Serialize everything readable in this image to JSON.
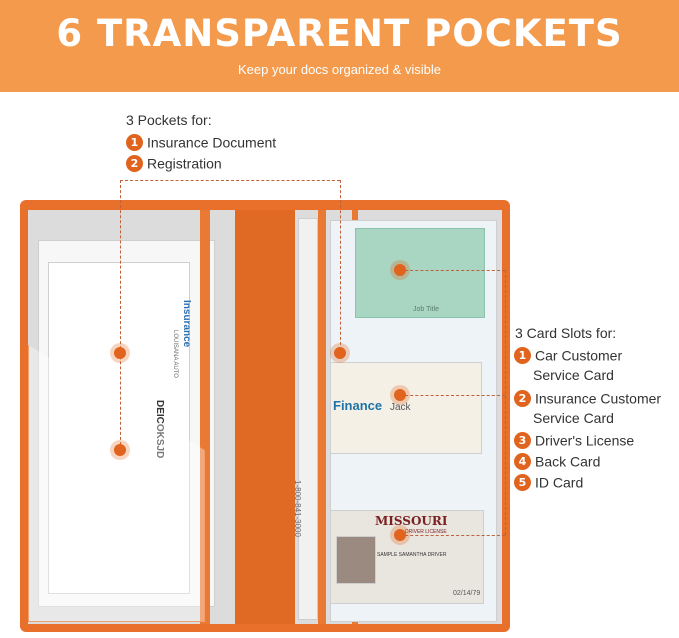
{
  "banner": {
    "title": "6 TRANSPARENT POCKETS",
    "subtitle": "Keep your docs organized & visible",
    "color": "#f39a4d"
  },
  "pockets": {
    "heading": "3 Pockets for:",
    "items": [
      {
        "num": "1",
        "label": "Insurance Document"
      },
      {
        "num": "2",
        "label": "Registration"
      }
    ]
  },
  "card_slots": {
    "heading": "3 Card Slots for:",
    "items": [
      {
        "num": "1",
        "line1": "Car Customer",
        "line2": "Service Card"
      },
      {
        "num": "2",
        "line1": "Insurance Customer",
        "line2": "Service Card"
      },
      {
        "num": "3",
        "line1": "Driver's License"
      },
      {
        "num": "4",
        "line1": "Back Card"
      },
      {
        "num": "5",
        "line1": "ID Card"
      }
    ]
  },
  "wallet": {
    "color": "#e8702a",
    "accent": "#e0641e",
    "cards": {
      "job_title": "Job Title",
      "finance_name": "Finance",
      "finance_sub": "Jack",
      "license_state": "MISSOURI",
      "license_type": "DRIVER LICENSE",
      "license_name": "SAMPLE SAMANTHA DRIVER",
      "license_date": "02/14/79",
      "phone": "1-800-841-3000",
      "company": "DEICOKSJD",
      "insurance": "Insurance",
      "insurance_state": "LOUISANA AUTO"
    }
  }
}
